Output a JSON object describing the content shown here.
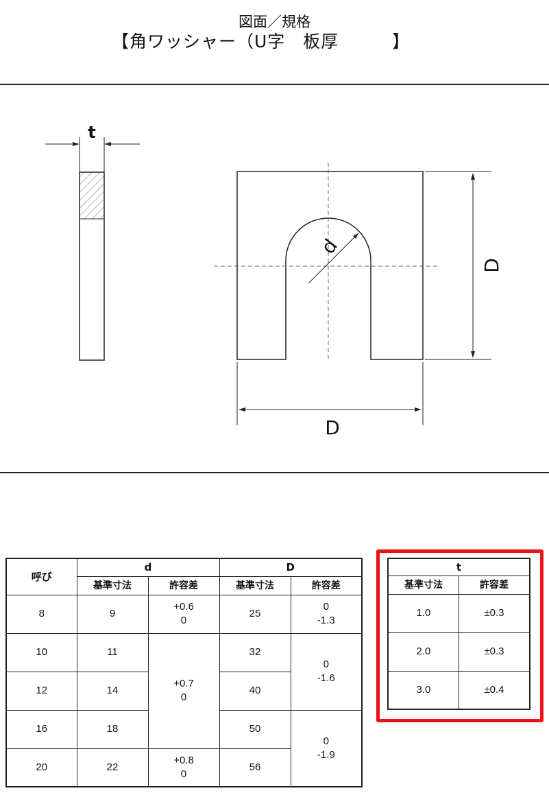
{
  "header": {
    "title_line1": "図面／規格",
    "title_line2": "【角ワッシャー（U字　板厚　　　】"
  },
  "drawing": {
    "thickness_label": "t",
    "slot_label": "d",
    "height_label": "D",
    "width_label": "D"
  },
  "main_table": {
    "col_nominal": "呼び",
    "group_d": "d",
    "group_D": "D",
    "sub_basic": "基準寸法",
    "sub_tol": "許容差",
    "rows": [
      {
        "nominal": "8",
        "d_basic": "9",
        "D_basic": "25"
      },
      {
        "nominal": "10",
        "d_basic": "11",
        "D_basic": "32"
      },
      {
        "nominal": "12",
        "d_basic": "14",
        "D_basic": "40"
      },
      {
        "nominal": "16",
        "d_basic": "18",
        "D_basic": "50"
      },
      {
        "nominal": "20",
        "d_basic": "22",
        "D_basic": "56"
      }
    ],
    "d_tol": [
      {
        "upper": "+0.6",
        "lower": "0"
      },
      {
        "upper": "+0.7",
        "lower": "0"
      },
      {
        "upper": "+0.8",
        "lower": "0"
      }
    ],
    "D_tol": [
      {
        "upper": "0",
        "lower": "-1.3"
      },
      {
        "upper": "0",
        "lower": "-1.6"
      },
      {
        "upper": "0",
        "lower": "-1.9"
      }
    ]
  },
  "t_table": {
    "group_t": "t",
    "sub_basic": "基準寸法",
    "sub_tol": "許容差",
    "rows": [
      {
        "basic": "1.0",
        "tol": "±0.3"
      },
      {
        "basic": "2.0",
        "tol": "±0.3"
      },
      {
        "basic": "3.0",
        "tol": "±0.4"
      }
    ]
  },
  "colors": {
    "highlight": "#e8141a",
    "line": "#222222"
  }
}
